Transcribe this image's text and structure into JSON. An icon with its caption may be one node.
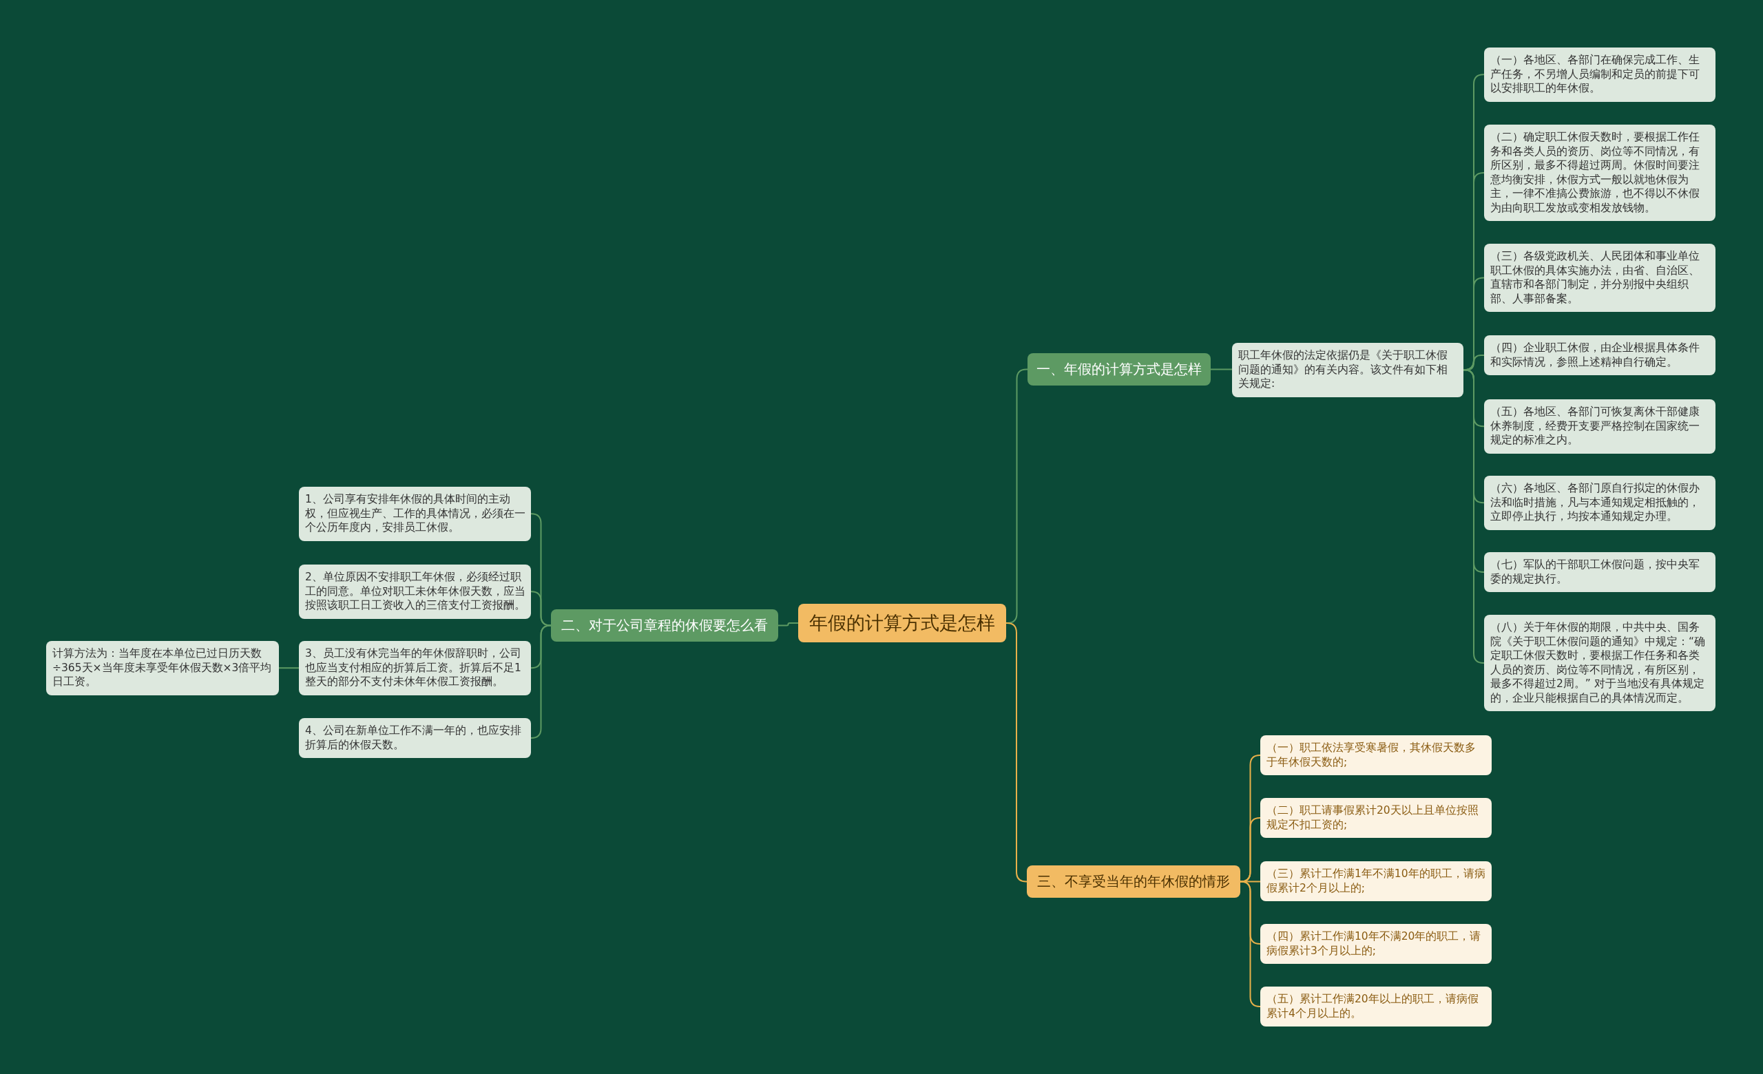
{
  "diagram": {
    "nodes": [
      {
        "text": [
          "年假的计算方式是怎样"
        ]
      },
      {
        "text": [
          "一、年假的计算方式是怎样"
        ]
      },
      {
        "text": [
          "职工年休假的法定依据仍是《关于职工休假问题的通知》的有关内容。该文件有如下相关规定:"
        ]
      },
      {
        "text": [
          "（一）各地区、各部门在确保完成工作、生产任务，不另增人员编制和定员的前提下可以安排职工的年休假。"
        ]
      },
      {
        "text": [
          "（二）确定职工休假天数时，要根据工作任务和各类人员的资历、岗位等不同情况，有所区别，最多不得超过两周。休假时间要注意均衡安排，休假方式一般以就地休假为主，一律不准搞公费旅游，也不得以不休假为由向职工发放或变相发放钱物。"
        ]
      },
      {
        "text": [
          "（三）各级党政机关、人民团体和事业单位职工休假的具体实施办法，由省、自治区、直辖市和各部门制定，并分别报中央组织部、人事部备案。"
        ]
      },
      {
        "text": [
          "（四）企业职工休假，由企业根据具体条件和实际情况，参照上述精神自行确定。"
        ]
      },
      {
        "text": [
          "（五）各地区、各部门可恢复离休干部健康休养制度，经费开支要严格控制在国家统一规定的标准之内。"
        ]
      },
      {
        "text": [
          "（六）各地区、各部门原自行拟定的休假办法和临时措施，凡与本通知规定相抵触的，立即停止执行，均按本通知规定办理。"
        ]
      },
      {
        "text": [
          "（七）军队的干部职工休假问题，按中央军委的规定执行。"
        ]
      },
      {
        "text": [
          "（八）关于年休假的期限，中共中央、国务院《关于职工休假问题的通知》中规定：“确定职工休假天数时，要根据工作任务和各类人员的资历、岗位等不同情况，有所区别，最多不得超过2周。” 对于当地没有具体规定的，企业只能根据自己的具体情况而定。"
        ]
      },
      {
        "text": [
          "三、不享受当年的年休假的情形"
        ]
      },
      {
        "text": [
          "（一）职工依法享受寒暑假，其休假天数多于年休假天数的;"
        ]
      },
      {
        "text": [
          "（二）职工请事假累计20天以上且单位按照规定不扣工资的;"
        ]
      },
      {
        "text": [
          "（三）累计工作满1年不满10年的职工，请病假累计2个月以上的;"
        ]
      },
      {
        "text": [
          "（四）累计工作满10年不满20年的职工，请病假累计3个月以上的;"
        ]
      },
      {
        "text": [
          "（五）累计工作满20年以上的职工，请病假累计4个月以上的。"
        ]
      },
      {
        "text": [
          "二、对于公司章程的休假要怎么看"
        ]
      },
      {
        "text": [
          "1、公司享有安排年休假的具体时间的主动权，但应视生产、工作的具体情况，必须在一个公历年度内，安排员工休假。"
        ]
      },
      {
        "text": [
          "2、单位原因不安排职工年休假，必须经过职工的同意。单位对职工未休年休假天数，应当按照该职工日工资收入的三倍支付工资报酬。"
        ]
      },
      {
        "text": [
          "3、员工没有休完当年的年休假辞职时，公司也应当支付相应的折算后工资。折算后不足1整天的部分不支付未休年休假工资报酬。"
        ]
      },
      {
        "text": [
          "4、公司在新单位工作不满一年的，也应安排折算后的休假天数。"
        ]
      },
      {
        "text": [
          "计算方法为：当年度在本单位已过日历天数÷365天×当年度未享受年休假天数×3倍平均日工资。"
        ]
      }
    ],
    "edges": [
      {
        "from": 0,
        "to": 1,
        "arrow": "none"
      },
      {
        "from": 1,
        "to": 2,
        "arrow": "none"
      },
      {
        "from": 2,
        "to": 3,
        "arrow": "none"
      },
      {
        "from": 2,
        "to": 4,
        "arrow": "none"
      },
      {
        "from": 2,
        "to": 5,
        "arrow": "none"
      },
      {
        "from": 2,
        "to": 6,
        "arrow": "none"
      },
      {
        "from": 2,
        "to": 7,
        "arrow": "none"
      },
      {
        "from": 2,
        "to": 8,
        "arrow": "none"
      },
      {
        "from": 2,
        "to": 9,
        "arrow": "none"
      },
      {
        "from": 2,
        "to": 10,
        "arrow": "none"
      },
      {
        "from": 0,
        "to": 11,
        "arrow": "none",
        "color": "#e8b04a"
      },
      {
        "from": 11,
        "to": 12,
        "arrow": "none",
        "color": "#e8b04a"
      },
      {
        "from": 11,
        "to": 13,
        "arrow": "none",
        "color": "#e8b04a"
      },
      {
        "from": 11,
        "to": 14,
        "arrow": "none",
        "color": "#e8b04a"
      },
      {
        "from": 11,
        "to": 15,
        "arrow": "none",
        "color": "#e8b04a"
      },
      {
        "from": 11,
        "to": 16,
        "arrow": "none",
        "color": "#e8b04a"
      },
      {
        "from": 0,
        "to": 17,
        "arrow": "none"
      },
      {
        "from": 17,
        "to": 18,
        "arrow": "none"
      },
      {
        "from": 17,
        "to": 19,
        "arrow": "none"
      },
      {
        "from": 17,
        "to": 20,
        "arrow": "none"
      },
      {
        "from": 17,
        "to": 21,
        "arrow": "none"
      },
      {
        "from": 20,
        "to": 22,
        "arrow": "none"
      }
    ]
  }
}
